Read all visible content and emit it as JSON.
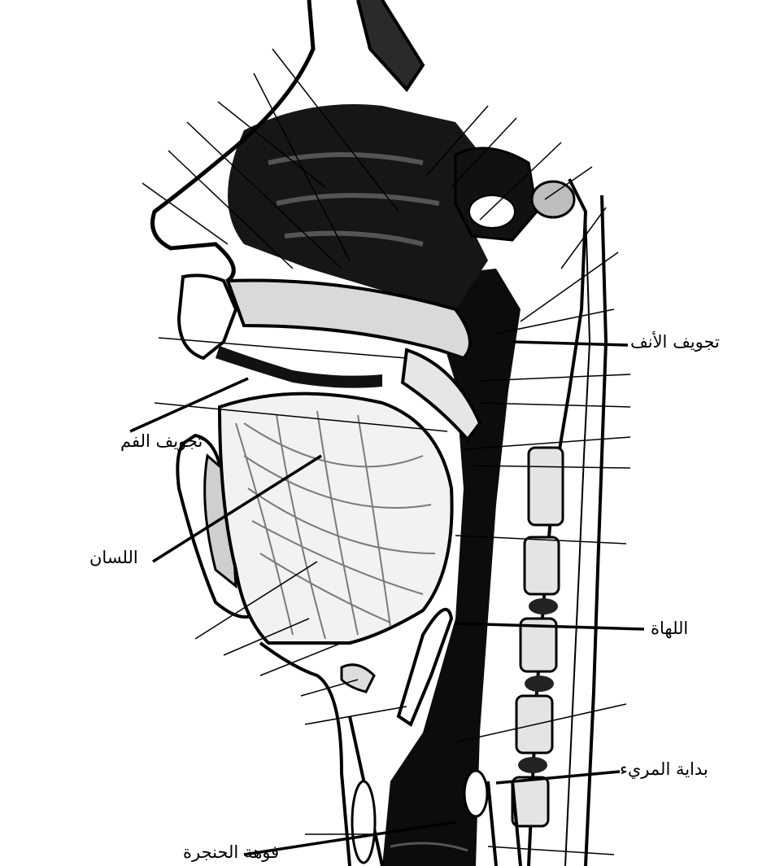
{
  "labels": {
    "nasal_cavity": "تجويف الأنف",
    "oral_cavity": "تجويف الفم",
    "tongue": "اللسان",
    "uvula": "اللهاة",
    "esophagus_start": "بداية المريء",
    "larynx_opening": "فوهة الحنجرة"
  },
  "colors": {
    "ink": "#000000",
    "tissue": "#ffffff",
    "shade": "#3a3a3a"
  }
}
